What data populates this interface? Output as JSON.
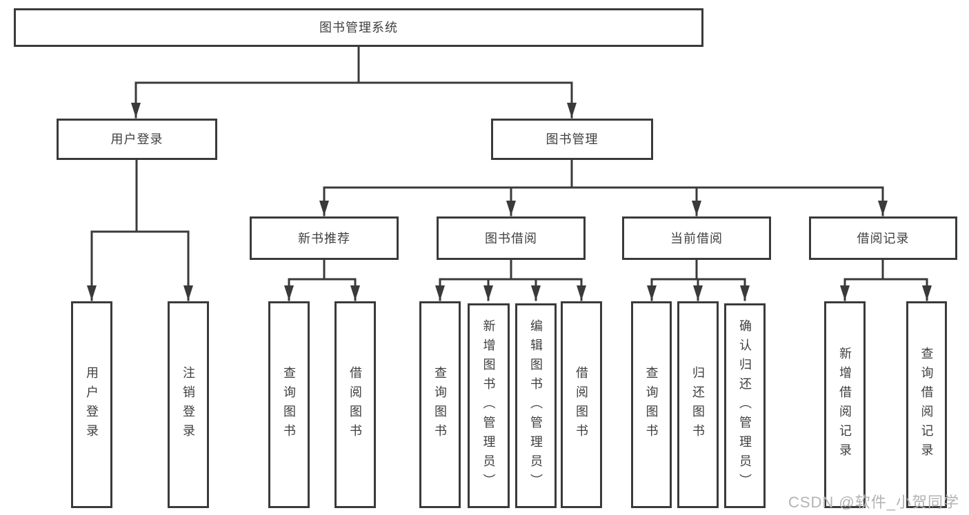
{
  "watermark": {
    "text": "CSDN @软件_小贺同学"
  },
  "colors": {
    "line": "#3a3a3a",
    "text": "#3f3f3f",
    "background": "#ffffff",
    "watermark": "#b3b3b3"
  },
  "tree": {
    "label": "图书管理系统",
    "children": [
      {
        "label": "用户登录",
        "children": [
          {
            "label": "用户登录"
          },
          {
            "label": "注销登录"
          }
        ]
      },
      {
        "label": "图书管理",
        "children": [
          {
            "label": "新书推荐",
            "children": [
              {
                "label": "查询图书"
              },
              {
                "label": "借阅图书"
              }
            ]
          },
          {
            "label": "图书借阅",
            "children": [
              {
                "label": "查询图书"
              },
              {
                "label": "新增图书（管理员）"
              },
              {
                "label": "编辑图书（管理员）"
              },
              {
                "label": "借阅图书"
              }
            ]
          },
          {
            "label": "当前借阅",
            "children": [
              {
                "label": "查询图书"
              },
              {
                "label": "归还图书"
              },
              {
                "label": "确认归还（管理员）"
              }
            ]
          },
          {
            "label": "借阅记录",
            "children": [
              {
                "label": "新增借阅记录"
              },
              {
                "label": "查询借阅记录"
              }
            ]
          }
        ]
      }
    ]
  }
}
